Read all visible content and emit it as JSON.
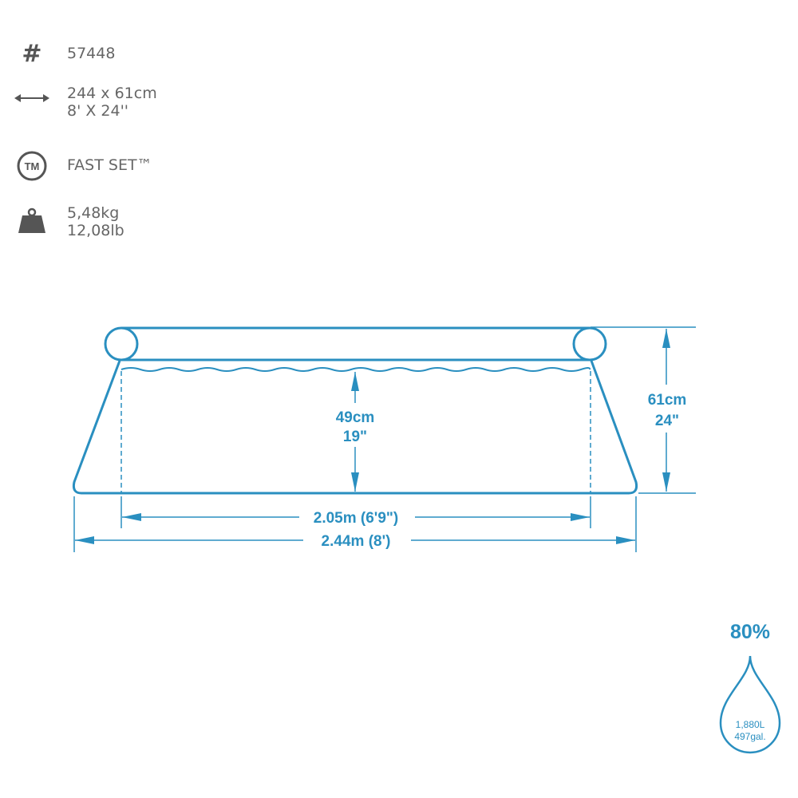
{
  "specs": {
    "model": {
      "icon": "hash-icon",
      "line1": "57448"
    },
    "size": {
      "icon": "double-arrow-icon",
      "line1": "244 x 61cm",
      "line2": "8' X 24''"
    },
    "brand": {
      "icon": "trademark-icon",
      "icon_text": "TM",
      "line1": "FAST SET™"
    },
    "weight": {
      "icon": "weight-icon",
      "line1": "5,48kg",
      "line2": "12,08lb"
    }
  },
  "diagram": {
    "water_depth_cm": "49cm",
    "water_depth_in": "19\"",
    "height_cm": "61cm",
    "height_in": "24\"",
    "inner_width": "2.05m (6'9\")",
    "outer_width": "2.44m (8')"
  },
  "capacity": {
    "fill_percent": "80%",
    "liters": "1,880L",
    "gallons": "497gal."
  },
  "colors": {
    "accent": "#2a8fc0",
    "icon_gray": "#555555"
  }
}
